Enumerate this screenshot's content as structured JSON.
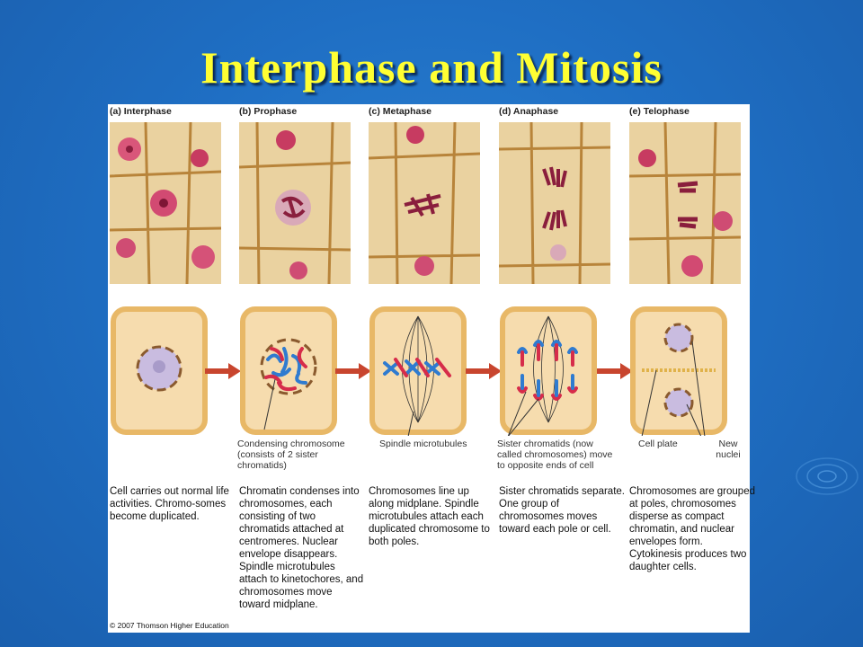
{
  "title": "Interphase and Mitosis",
  "stages": [
    {
      "label": "(a) Interphase",
      "callouts": [],
      "description": "Cell carries out normal life activities. Chromo-somes become duplicated."
    },
    {
      "label": "(b) Prophase",
      "callouts": [
        "Condensing chromosome (consists of 2 sister chromatids)"
      ],
      "description": "Chromatin condenses into chromosomes, each consisting of two chromatids attached at centromeres. Nuclear envelope disappears. Spindle microtubules attach to kinetochores, and chromosomes move toward midplane."
    },
    {
      "label": "(c) Metaphase",
      "callouts": [
        "Spindle microtubules"
      ],
      "description": "Chromosomes line up along midplane. Spindle microtubules attach each duplicated chromosome to both poles."
    },
    {
      "label": "(d) Anaphase",
      "callouts": [
        "Sister chromatids (now called chromosomes) move to opposite ends of cell"
      ],
      "description": "Sister chromatids separate. One group of chromosomes moves toward each pole or cell."
    },
    {
      "label": "(e) Telophase",
      "callouts": [
        "Cell plate",
        "New nuclei"
      ],
      "description": "Chromosomes are grouped at poles, chromosomes disperse as compact chromatin, and nuclear envelopes form. Cytokinesis produces two daughter cells."
    }
  ],
  "copyright": "© 2007 Thomson Higher Education",
  "colors": {
    "background": "#1f6fc4",
    "title": "#ffff33",
    "cell_wall": "#e8b867",
    "cytoplasm": "#f6dcae",
    "chromosome_red": "#d62c4a",
    "chromosome_blue": "#2f7bd0",
    "arrow": "#c8452e"
  }
}
